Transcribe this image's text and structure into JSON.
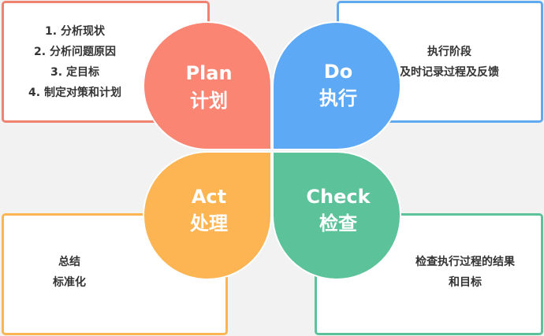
{
  "colors": {
    "plan": "#f98572",
    "do": "#5ea9f5",
    "act": "#fdb453",
    "check": "#5bc29a",
    "background": "#f2f2f2"
  },
  "plan": {
    "title_en": "Plan",
    "title_zh": "计划",
    "items": [
      "1. 分析现状",
      "2. 分析问题原因",
      "3. 定目标",
      "4. 制定对策和计划"
    ]
  },
  "do": {
    "title_en": "Do",
    "title_zh": "执行",
    "lines": [
      "执行阶段",
      "及时记录过程及反馈"
    ]
  },
  "act": {
    "title_en": "Act",
    "title_zh": "处理",
    "lines": [
      "总结",
      "标准化"
    ]
  },
  "check": {
    "title_en": "Check",
    "title_zh": "检查",
    "lines": [
      "检查执行过程的结果",
      "和目标"
    ]
  }
}
